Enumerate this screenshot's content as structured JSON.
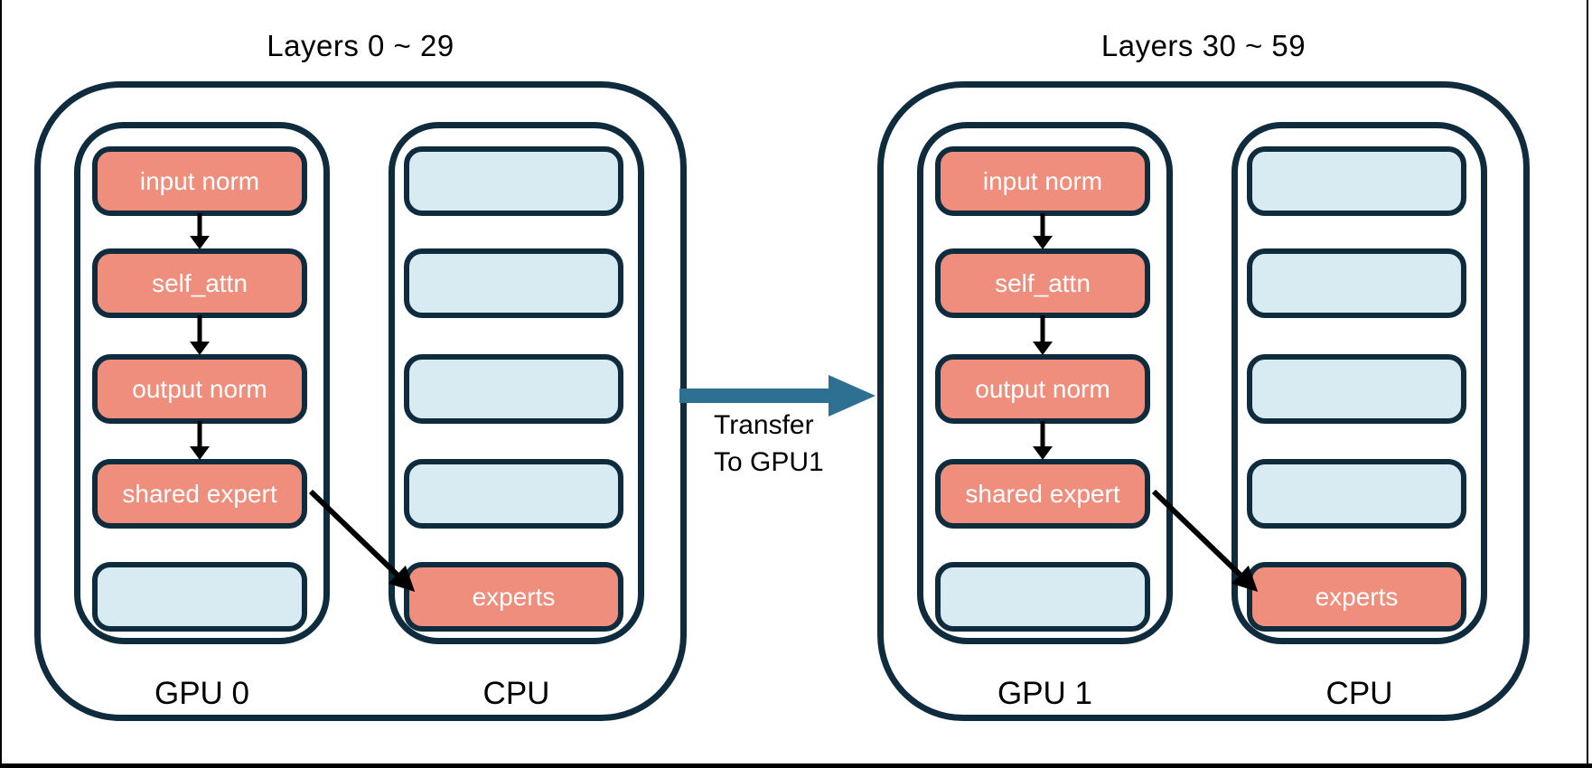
{
  "diagram": {
    "background": "#ffffff",
    "colors": {
      "outline_navy": "#0f2c3e",
      "module_salmon": "#ef8e7c",
      "module_blue": "#d8ebf2",
      "transfer_arrow_teal": "#2e7092",
      "flow_arrow_black": "#000000",
      "box_text_white": "#ffffff"
    },
    "groups": [
      {
        "title": "Layers 0 ~ 29",
        "gpu": {
          "label": "GPU 0",
          "boxes": [
            {
              "label": "input norm",
              "kind": "salmon"
            },
            {
              "label": "self_attn",
              "kind": "salmon"
            },
            {
              "label": "output norm",
              "kind": "salmon"
            },
            {
              "label": "shared expert",
              "kind": "salmon"
            },
            {
              "label": "",
              "kind": "blue"
            }
          ]
        },
        "cpu": {
          "label": "CPU",
          "boxes": [
            {
              "label": "",
              "kind": "blue"
            },
            {
              "label": "",
              "kind": "blue"
            },
            {
              "label": "",
              "kind": "blue"
            },
            {
              "label": "",
              "kind": "blue"
            },
            {
              "label": "experts",
              "kind": "salmon"
            }
          ]
        }
      },
      {
        "title": "Layers 30 ~ 59",
        "gpu": {
          "label": "GPU 1",
          "boxes": [
            {
              "label": "input norm",
              "kind": "salmon"
            },
            {
              "label": "self_attn",
              "kind": "salmon"
            },
            {
              "label": "output norm",
              "kind": "salmon"
            },
            {
              "label": "shared expert",
              "kind": "salmon"
            },
            {
              "label": "",
              "kind": "blue"
            }
          ]
        },
        "cpu": {
          "label": "CPU",
          "boxes": [
            {
              "label": "",
              "kind": "blue"
            },
            {
              "label": "",
              "kind": "blue"
            },
            {
              "label": "",
              "kind": "blue"
            },
            {
              "label": "",
              "kind": "blue"
            },
            {
              "label": "experts",
              "kind": "salmon"
            }
          ]
        }
      }
    ],
    "transfer": {
      "line1": "Transfer",
      "line2": "To GPU1"
    }
  }
}
